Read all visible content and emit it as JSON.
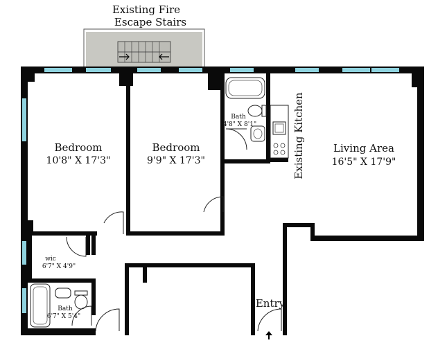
{
  "labels": {
    "fire_escape_line1": "Existing Fire",
    "fire_escape_line2": "Escape Stairs",
    "bedroom1_name": "Bedroom",
    "bedroom1_dim": "10'8\" X 17'3\"",
    "bedroom2_name": "Bedroom",
    "bedroom2_dim": "9'9\" X 17'3\"",
    "bath1_name": "Bath",
    "bath1_dim": "4'8\" X 8'1\"",
    "kitchen": "Existing Kitchen",
    "living_name": "Living Area",
    "living_dim": "16'5\" X 17'9\"",
    "wic_name": "wic",
    "wic_dim": "6'7\" X 4'9\"",
    "bath2_name": "Bath",
    "bath2_dim": "6'7\" X 5'4\"",
    "entry": "Entry"
  },
  "colors": {
    "wall": "#0a0a0a",
    "window": "#8fd3df",
    "fire_escape": "#c8c8c2"
  },
  "icons": {
    "entry_arrow": "arrow-up-icon",
    "stairs": "stairs-icon"
  }
}
